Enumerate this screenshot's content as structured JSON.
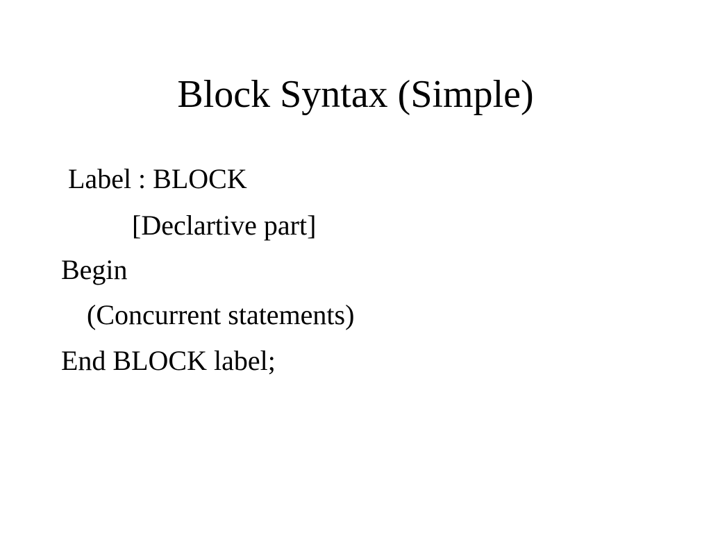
{
  "slide": {
    "title": "Block Syntax (Simple)",
    "lines": [
      "Label : BLOCK",
      "[Declartive part]",
      "Begin",
      "(Concurrent statements)",
      "End BLOCK label;"
    ]
  }
}
